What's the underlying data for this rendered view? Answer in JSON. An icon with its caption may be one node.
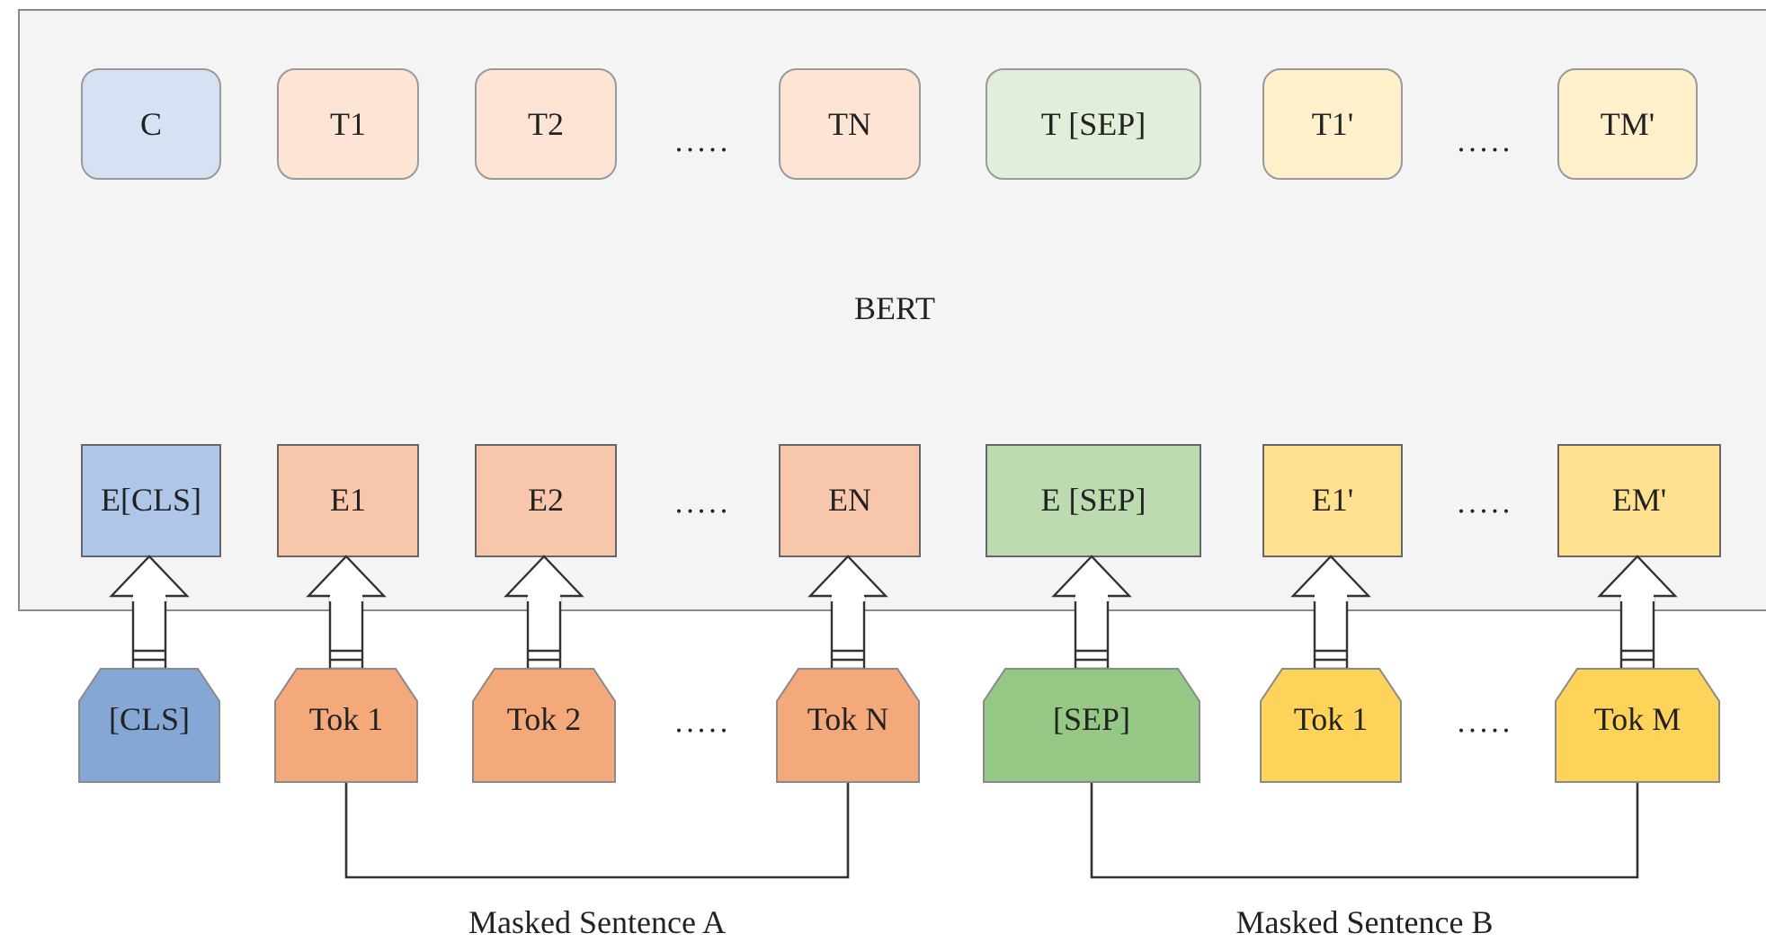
{
  "diagram": {
    "nodes": [
      {
        "text": [
          "BERT"
        ]
      },
      {
        "text": [
          "C"
        ],
        "in": 0
      },
      {
        "text": [
          "T1"
        ],
        "in": 0
      },
      {
        "text": [
          "T2"
        ],
        "in": 0
      },
      {
        "text": [
          "TN"
        ],
        "in": 0
      },
      {
        "text": [
          "T [SEP]"
        ],
        "in": 0
      },
      {
        "text": [
          "T1'"
        ],
        "in": 0
      },
      {
        "text": [
          "TM'"
        ],
        "in": 0
      },
      {
        "text": [
          "E[CLS]"
        ],
        "in": 0
      },
      {
        "text": [
          "E1"
        ],
        "in": 0
      },
      {
        "text": [
          "E2"
        ],
        "in": 0
      },
      {
        "text": [
          "EN"
        ],
        "in": 0
      },
      {
        "text": [
          "E [SEP]"
        ],
        "in": 0
      },
      {
        "text": [
          "E1'"
        ],
        "in": 0
      },
      {
        "text": [
          "EM'"
        ],
        "in": 0
      },
      {
        "text": [
          "[CLS]"
        ]
      },
      {
        "text": [
          "Tok 1"
        ]
      },
      {
        "text": [
          "Tok 2"
        ]
      },
      {
        "text": [
          "Tok N"
        ]
      },
      {
        "text": [
          "[SEP]"
        ]
      },
      {
        "text": [
          "Tok 1"
        ]
      },
      {
        "text": [
          "Tok M"
        ]
      }
    ],
    "edges": [
      {
        "from": 15,
        "to": 8,
        "arrow": "to"
      },
      {
        "from": 16,
        "to": 9,
        "arrow": "to"
      },
      {
        "from": 17,
        "to": 10,
        "arrow": "to"
      },
      {
        "from": 18,
        "to": 11,
        "arrow": "to"
      },
      {
        "from": 19,
        "to": 12,
        "arrow": "to"
      },
      {
        "from": 20,
        "to": 13,
        "arrow": "to"
      },
      {
        "from": 21,
        "to": 14,
        "arrow": "to"
      },
      {
        "from": 16,
        "to": 18,
        "arrow": "none",
        "label": "Masked Sentence A"
      },
      {
        "from": 19,
        "to": 21,
        "arrow": "none",
        "label": "Masked Sentence B"
      }
    ],
    "labels": [
      ".....",
      ".....",
      ".....",
      ".....",
      ".....",
      "....."
    ]
  }
}
